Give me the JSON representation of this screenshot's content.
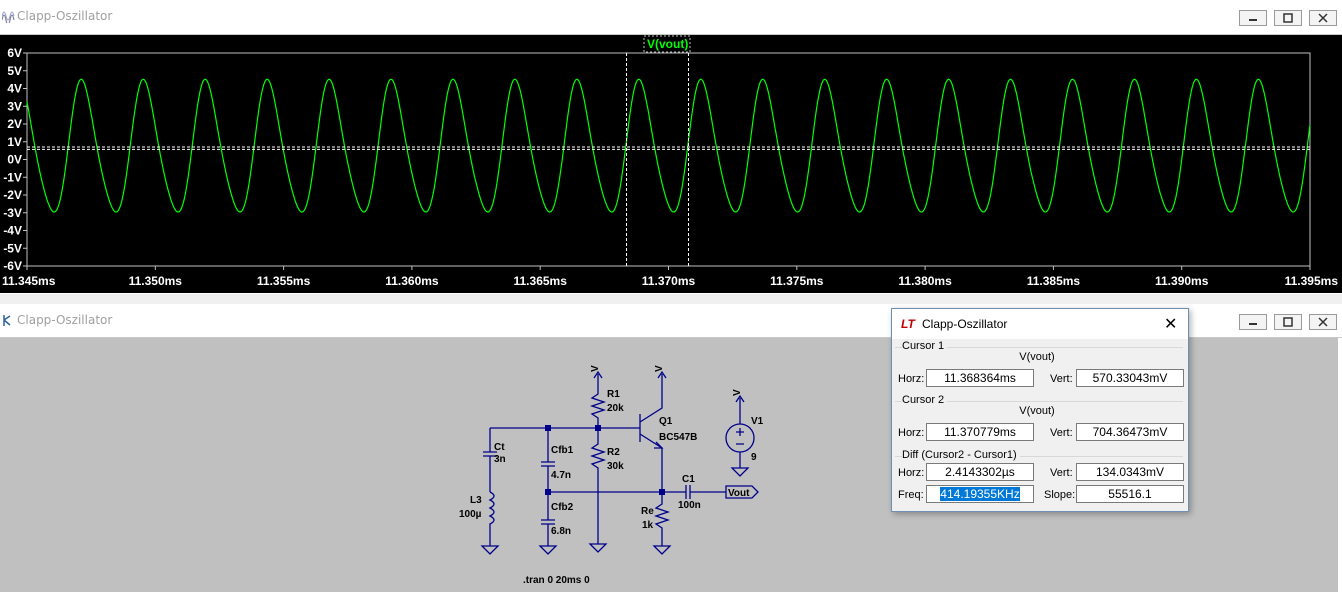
{
  "plot_window": {
    "title": "Clapp-Oszillator",
    "trace_label": "V(vout)",
    "y_ticks": [
      "6V",
      "5V",
      "4V",
      "3V",
      "2V",
      "1V",
      "0V",
      "-1V",
      "-2V",
      "-3V",
      "-4V",
      "-5V",
      "-6V"
    ],
    "x_ticks": [
      "11.345ms",
      "11.350ms",
      "11.355ms",
      "11.360ms",
      "11.365ms",
      "11.370ms",
      "11.375ms",
      "11.380ms",
      "11.385ms",
      "11.390ms",
      "11.395ms"
    ]
  },
  "chart_data": {
    "type": "line",
    "series": [
      {
        "name": "V(vout)",
        "x_range_ms": [
          11.345,
          11.395
        ],
        "period_us": 2.4143302,
        "amplitude_max_V": 4.4,
        "amplitude_min_V": -3.3,
        "mean_V": 0.55
      }
    ],
    "xlim": [
      11.345,
      11.395
    ],
    "ylim": [
      -6,
      6
    ],
    "trace_color": "#00ff00",
    "cursors": [
      {
        "x_ms": 11.368364,
        "y_V": 0.57033043
      },
      {
        "x_ms": 11.370779,
        "y_V": 0.70436473
      }
    ]
  },
  "schematic_window": {
    "title": "Clapp-Oszillator",
    "labels": {
      "r1": "R1",
      "r1_val": "20k",
      "r2": "R2",
      "r2_val": "30k",
      "q1": "Q1",
      "q1_val": "BC547B",
      "v1": "V1",
      "v1_val": "9",
      "ct": "Ct",
      "ct_val": "3n",
      "cfb1": "Cfb1",
      "cfb1_val": "4.7n",
      "cfb2": "Cfb2",
      "cfb2_val": "6.8n",
      "l3": "L3",
      "l3_val": "100µ",
      "re": "Re",
      "re_val": "1k",
      "c1": "C1",
      "c1_val": "100n",
      "vout": "Vout",
      "supply": "V",
      "directive": ".tran 0 20ms 0"
    }
  },
  "dialog": {
    "logo": "LT",
    "title": "Clapp-Oszillator",
    "close": "✕",
    "cursor1": {
      "label": "Cursor 1",
      "signal": "V(vout)",
      "horz_label": "Horz:",
      "horz": "11.368364ms",
      "vert_label": "Vert:",
      "vert": "570.33043mV"
    },
    "cursor2": {
      "label": "Cursor 2",
      "signal": "V(vout)",
      "horz_label": "Horz:",
      "horz": "11.370779ms",
      "vert_label": "Vert:",
      "vert": "704.36473mV"
    },
    "diff": {
      "label": "Diff (Cursor2 - Cursor1)",
      "horz_label": "Horz:",
      "horz": "2.4143302µs",
      "vert_label": "Vert:",
      "vert": "134.0343mV",
      "freq_label": "Freq:",
      "freq": "414.19355KHz",
      "slope_label": "Slope:",
      "slope": "55516.1"
    }
  }
}
